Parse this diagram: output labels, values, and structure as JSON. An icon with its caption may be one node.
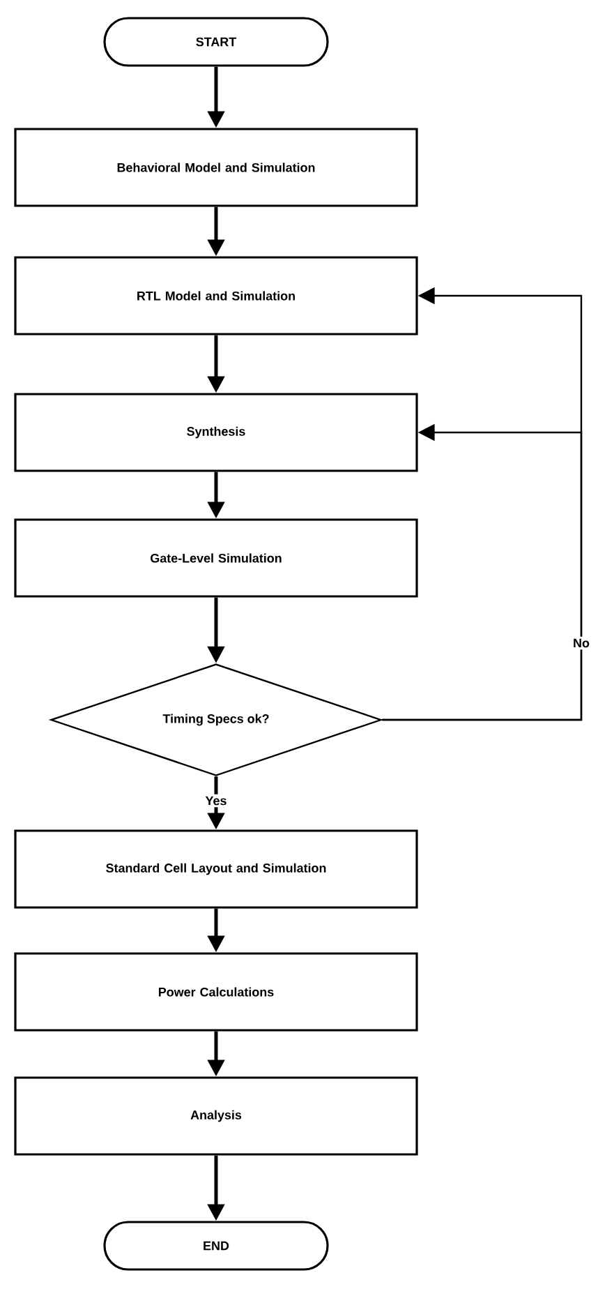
{
  "diagram": {
    "nodes": [
      {
        "text": [
          "START"
        ]
      },
      {
        "text": [
          "Behavioral Model and Simulation"
        ]
      },
      {
        "text": [
          "RTL Model and Simulation"
        ]
      },
      {
        "text": [
          "Synthesis"
        ]
      },
      {
        "text": [
          "Gate-Level Simulation"
        ]
      },
      {
        "text": [
          "Timing Specs ok?"
        ]
      },
      {
        "text": [
          "Standard Cell Layout and Simulation"
        ]
      },
      {
        "text": [
          "Power Calculations"
        ]
      },
      {
        "text": [
          "Analysis"
        ]
      },
      {
        "text": [
          "END"
        ]
      }
    ],
    "edges": [
      {
        "from": 0,
        "to": 1,
        "arrow": "to"
      },
      {
        "from": 1,
        "to": 2,
        "arrow": "to"
      },
      {
        "from": 2,
        "to": 3,
        "arrow": "to"
      },
      {
        "from": 3,
        "to": 4,
        "arrow": "to"
      },
      {
        "from": 4,
        "to": 5,
        "arrow": "to"
      },
      {
        "from": 5,
        "to": 6,
        "arrow": "to",
        "label": "Yes"
      },
      {
        "from": 6,
        "to": 7,
        "arrow": "to"
      },
      {
        "from": 7,
        "to": 8,
        "arrow": "to"
      },
      {
        "from": 8,
        "to": 9,
        "arrow": "to"
      },
      {
        "from": 5,
        "to": 2,
        "arrow": "to",
        "label": "No"
      },
      {
        "from": 5,
        "to": 3,
        "arrow": "to"
      }
    ]
  }
}
